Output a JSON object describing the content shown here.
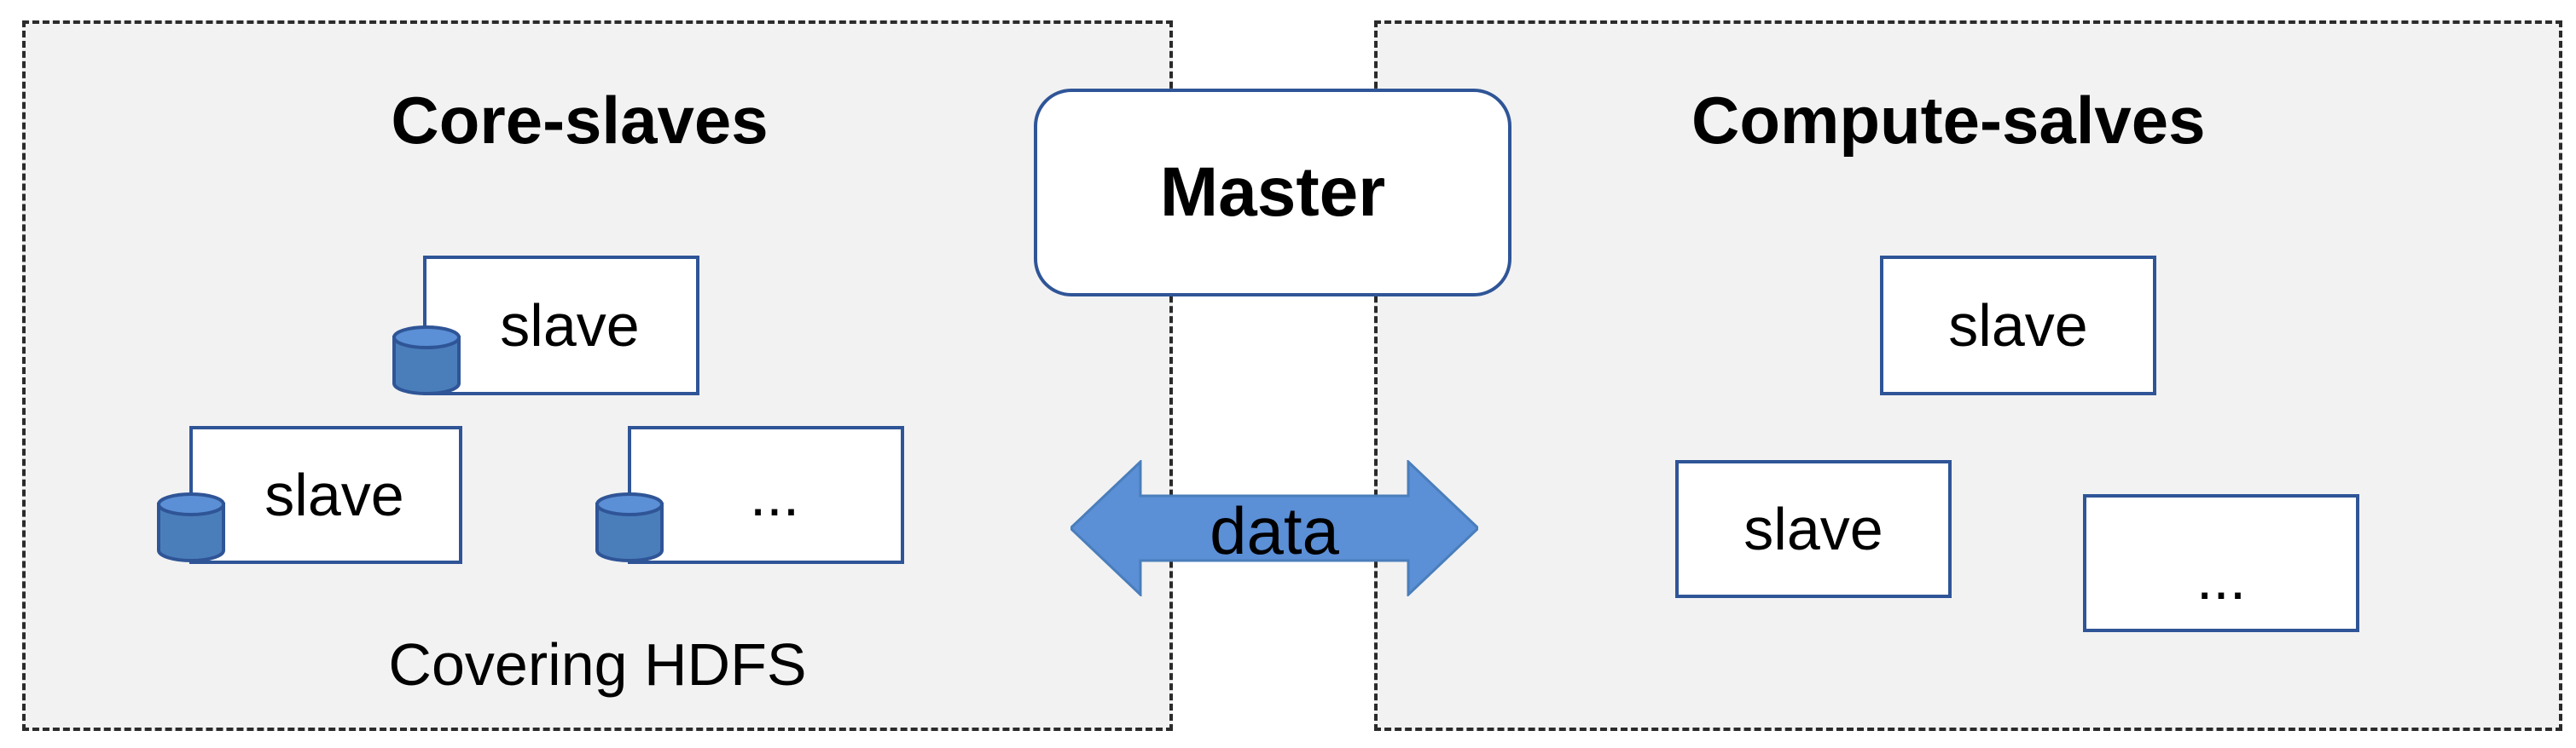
{
  "left_group": {
    "title": "Core-slaves",
    "subtitle": "Covering HDFS",
    "nodes": [
      "slave",
      "slave",
      "..."
    ]
  },
  "right_group": {
    "title": "Compute-salves",
    "nodes": [
      "slave",
      "slave",
      "..."
    ]
  },
  "master": {
    "label": "Master"
  },
  "connector": {
    "label": "data"
  },
  "colors": {
    "node_border": "#2f5597",
    "database_fill": "#4a7ebb",
    "arrow_fill": "#5b8fd6",
    "group_background": "#f2f2f2"
  },
  "icons": {
    "storage": "database-icon",
    "transfer": "double-arrow-icon"
  }
}
